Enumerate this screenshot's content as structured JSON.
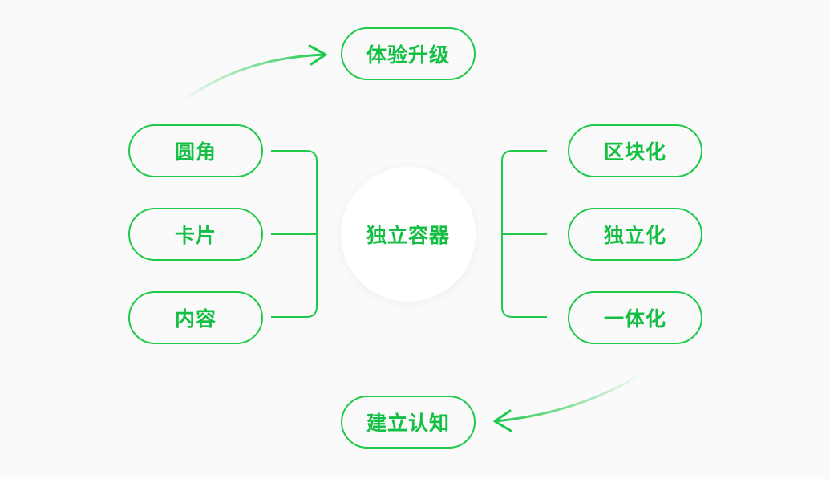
{
  "center": {
    "label": "独立容器"
  },
  "top": {
    "label": "体验升级"
  },
  "bottom": {
    "label": "建立认知"
  },
  "left": [
    {
      "label": "圆角"
    },
    {
      "label": "卡片"
    },
    {
      "label": "内容"
    }
  ],
  "right": [
    {
      "label": "区块化"
    },
    {
      "label": "独立化"
    },
    {
      "label": "一体化"
    }
  ],
  "colors": {
    "accent": "#1ec94b",
    "text": "#14c043",
    "background": "#fafafa"
  }
}
